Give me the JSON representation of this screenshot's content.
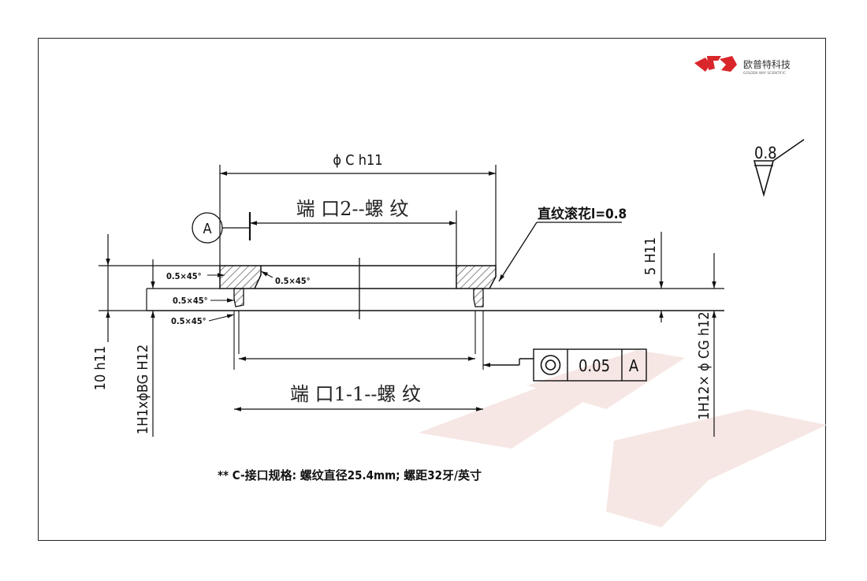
{
  "logo": {
    "name_cn": "欧普特科技",
    "name_en": "GOLDEN WAY SCIENTIFIC",
    "brand_color": "#d9262b"
  },
  "roughness": {
    "value": "0.8"
  },
  "dims": {
    "outer_diameter": "ϕ C h11",
    "port2_thread": "端 口2--螺 纹",
    "knurl_note": "直纹滚花l=0.8",
    "datum": "A",
    "chamfer_tl": "0.5×45°",
    "chamfer_tc": "0.5×45°",
    "chamfer_ml": "0.5×45°",
    "chamfer_bl": "0.5×45°",
    "height_5": "5 H11",
    "height_10": "10 h11",
    "bore_bg": "1H1xϕBG H12",
    "bore_cg": "1H12× ϕ CG h12",
    "port1_thread": "端 口1-1--螺 纹"
  },
  "fcf": {
    "tolerance": "0.05",
    "datum_ref": "A",
    "symbol": "concentricity-icon"
  },
  "footnote": "** C-接口规格: 螺纹直径25.4mm; 螺距32牙/英寸"
}
